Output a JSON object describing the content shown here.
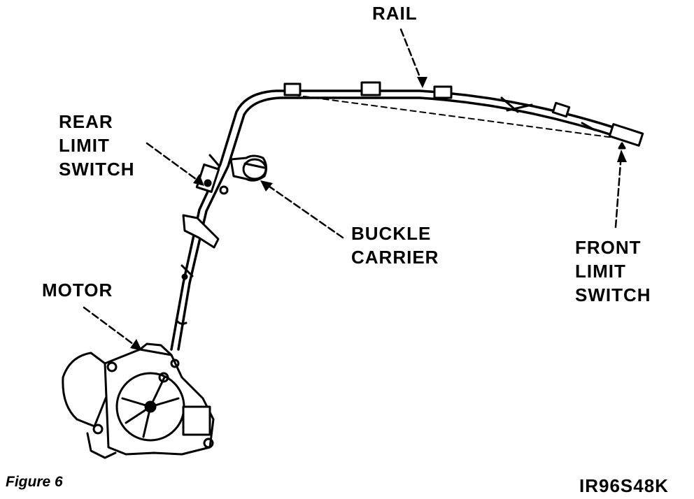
{
  "labels": {
    "rail": "RAIL",
    "rear_limit_switch": [
      "REAR",
      "LIMIT",
      "SWITCH"
    ],
    "buckle_carrier": [
      "BUCKLE",
      "CARRIER"
    ],
    "front_limit_switch": [
      "FRONT",
      "LIMIT",
      "SWITCH"
    ],
    "motor": "MOTOR"
  },
  "caption": "Figure 6",
  "code": "IR96S48K"
}
